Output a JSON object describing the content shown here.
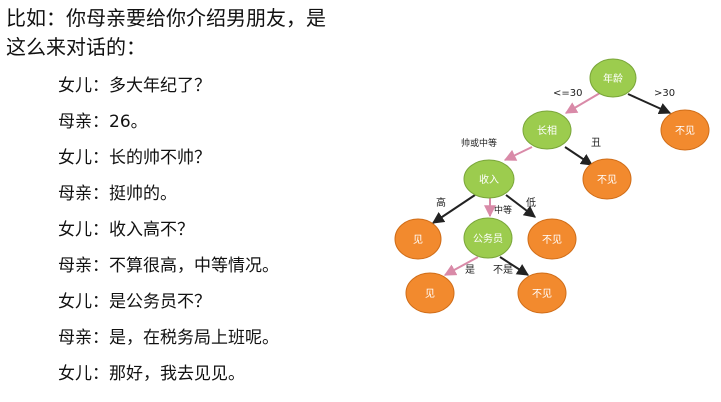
{
  "intro": "比如：你母亲要给你介绍男朋友，是这么来对话的：",
  "dialogue": [
    {
      "speaker": "女儿",
      "text": "多大年纪了？"
    },
    {
      "speaker": "母亲",
      "text": "26。"
    },
    {
      "speaker": "女儿",
      "text": "长的帅不帅？"
    },
    {
      "speaker": "母亲",
      "text": "挺帅的。"
    },
    {
      "speaker": "女儿",
      "text": "收入高不？"
    },
    {
      "speaker": "母亲",
      "text": "不算很高，中等情况。"
    },
    {
      "speaker": "女儿",
      "text": "是公务员不？"
    },
    {
      "speaker": "母亲",
      "text": "是，在税务局上班呢。"
    },
    {
      "speaker": "女儿",
      "text": "那好，我去见见。"
    }
  ],
  "tree": {
    "nodes": {
      "age": "年龄",
      "looks": "长相",
      "income": "收入",
      "civil": "公务员",
      "reject_age": "不见",
      "reject_looks": "不见",
      "meet_high": "见",
      "reject_low": "不见",
      "meet_civil": "见",
      "reject_civil": "不见"
    },
    "edges": {
      "age_le30": "<=30",
      "age_gt30": ">30",
      "looks_good": "帅或中等",
      "looks_ugly": "丑",
      "income_high": "高",
      "income_mid": "中等",
      "income_low": "低",
      "civil_yes": "是",
      "civil_no": "不是"
    },
    "colors": {
      "decision": "#9ccc4e",
      "leaf": "#f28a2e",
      "path_edge": "#d98aa8",
      "edge": "#222222"
    }
  }
}
